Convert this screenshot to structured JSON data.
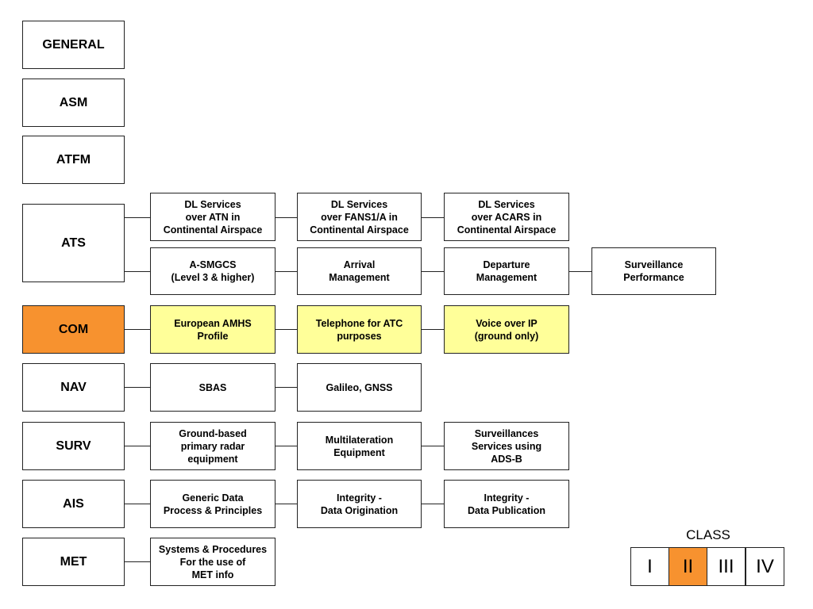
{
  "categories": {
    "general": "GENERAL",
    "asm": "ASM",
    "atfm": "ATFM",
    "ats": "ATS",
    "com": "COM",
    "nav": "NAV",
    "surv": "SURV",
    "ais": "AIS",
    "met": "MET"
  },
  "services": {
    "ats_dl_atn": "DL Services\nover ATN in\nContinental Airspace",
    "ats_dl_fans": "DL Services\nover FANS1/A in\nContinental Airspace",
    "ats_dl_acars": "DL Services\nover ACARS  in\nContinental Airspace",
    "ats_asmgcs": "A-SMGCS\n(Level 3 & higher)",
    "ats_arrival": "Arrival\nManagement",
    "ats_departure": "Departure\nManagement",
    "ats_surveillance": "Surveillance\nPerformance",
    "com_amhs": "European AMHS\nProfile",
    "com_telephone": "Telephone for ATC\npurposes",
    "com_voip": "Voice over IP\n(ground only)",
    "nav_sbas": "SBAS",
    "nav_galileo": "Galileo, GNSS",
    "surv_radar": "Ground-based\nprimary  radar\nequipment",
    "surv_mlat": "Multilateration\nEquipment",
    "surv_adsb": "Surveillances\nServices using\nADS-B",
    "ais_generic": "Generic Data\nProcess & Principles",
    "ais_origination": "Integrity -\nData Origination",
    "ais_publication": "Integrity -\nData Publication",
    "met_systems": "Systems & Procedures\nFor the use of\nMET info"
  },
  "class_legend": {
    "title": "CLASS",
    "items": [
      "I",
      "II",
      "III",
      "IV"
    ],
    "selected": "II"
  },
  "colors": {
    "selected": "#F7922F",
    "highlight": "#FFFF99"
  }
}
